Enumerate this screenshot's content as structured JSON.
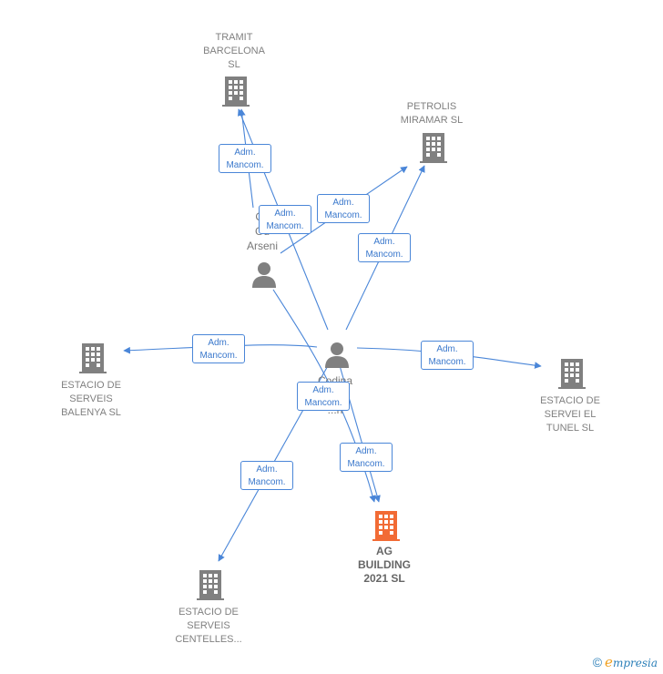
{
  "colors": {
    "edge": "#4a86d8",
    "building": "#808080",
    "focus_building": "#f26b35",
    "person": "#808080"
  },
  "role_label_line1": "Adm.",
  "role_label_line2": "Mancom.",
  "nodes": {
    "tramit": {
      "label": "TRAMIT\nBARCELONA\nSL",
      "icon": "building-icon"
    },
    "petrolis": {
      "label": "PETROLIS\nMIRAMAR SL",
      "icon": "building-icon"
    },
    "estacio_balenya": {
      "label": "ESTACIO DE\nSERVEIS\nBALENYA SL",
      "icon": "building-icon"
    },
    "estacio_tunel": {
      "label": "ESTACIO DE\nSERVEI EL\nTUNEL SL",
      "icon": "building-icon"
    },
    "estacio_centelles": {
      "label": "ESTACIO DE\nSERVEIS\nCENTELLES...",
      "icon": "building-icon"
    },
    "ag_building": {
      "label": "AG\nBUILDING\n2021 SL",
      "icon": "building-icon"
    },
    "person_cu": {
      "label": "Cu\nGu\nArseni",
      "icon": "person-icon"
    },
    "person_codina": {
      "label": "Codina\n...\n...n",
      "icon": "person-icon"
    }
  },
  "footer": {
    "copyright_symbol": "©",
    "brand_initial": "e",
    "brand_rest": "mpresia"
  }
}
